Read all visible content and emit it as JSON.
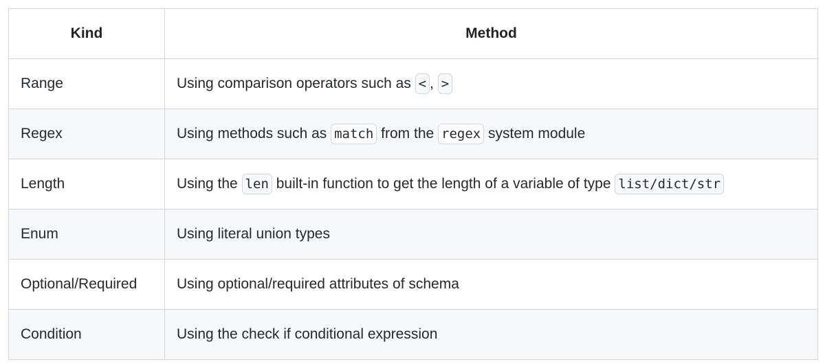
{
  "table": {
    "headers": {
      "kind": "Kind",
      "method": "Method"
    },
    "rows": [
      {
        "kind": "Range",
        "method": [
          {
            "text": "Using comparison operators such as "
          },
          {
            "code": "<"
          },
          {
            "text": ", "
          },
          {
            "code": ">"
          }
        ]
      },
      {
        "kind": "Regex",
        "method": [
          {
            "text": "Using methods such as "
          },
          {
            "code": "match"
          },
          {
            "text": " from the "
          },
          {
            "code": "regex"
          },
          {
            "text": " system module"
          }
        ]
      },
      {
        "kind": "Length",
        "method": [
          {
            "text": "Using the "
          },
          {
            "code": "len"
          },
          {
            "text": " built-in function to get the length of a variable of type "
          },
          {
            "code": "list/dict/str"
          }
        ]
      },
      {
        "kind": "Enum",
        "method": [
          {
            "text": "Using literal union types"
          }
        ]
      },
      {
        "kind": "Optional/Required",
        "method": [
          {
            "text": "Using optional/required attributes of schema"
          }
        ]
      },
      {
        "kind": "Condition",
        "method": [
          {
            "text": "Using the check if conditional expression"
          }
        ]
      }
    ]
  }
}
